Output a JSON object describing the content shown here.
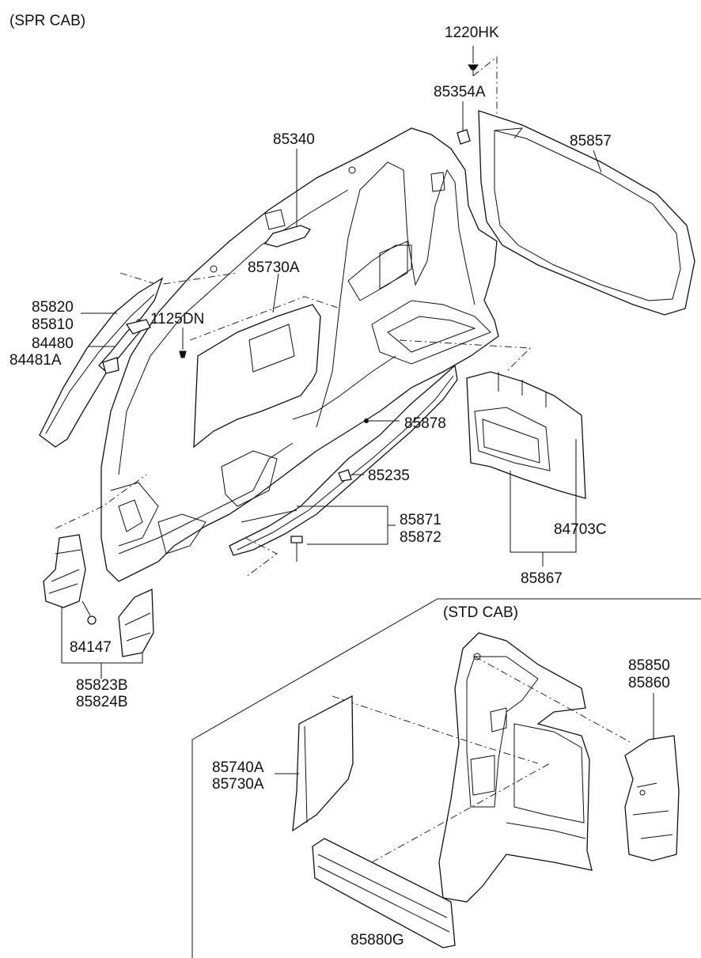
{
  "sections": {
    "spr": "(SPR CAB)",
    "std": "(STD CAB)"
  },
  "labels": {
    "p1220HK": "1220HK",
    "p85354A": "85354A",
    "p85857": "85857",
    "p85340": "85340",
    "p85730A_top": "85730A",
    "p85820": "85820",
    "p85810": "85810",
    "p1125DN": "1125DN",
    "p84480": "84480",
    "p84481A": "84481A",
    "p85878": "85878",
    "p85235": "85235",
    "p85871": "85871",
    "p85872": "85872",
    "p84703C": "84703C",
    "p85867": "85867",
    "p84147": "84147",
    "p85823B": "85823B",
    "p85824B": "85824B",
    "p85850": "85850",
    "p85860": "85860",
    "p85740A": "85740A",
    "p85730A_std": "85730A",
    "p85880G": "85880G"
  }
}
